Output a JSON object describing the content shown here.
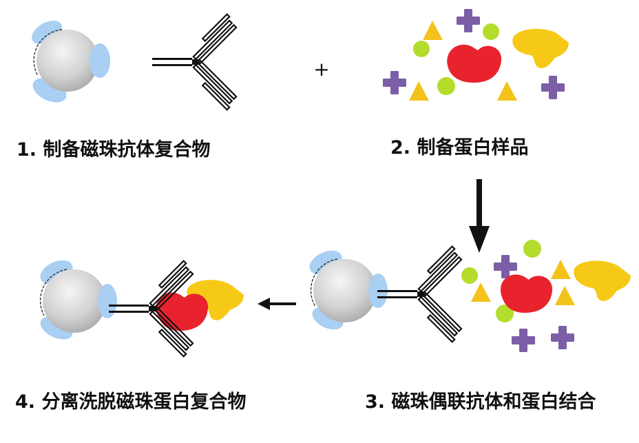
{
  "diagram": {
    "steps": [
      {
        "id": "step1",
        "label": "1. 制备磁珠抗体复合物"
      },
      {
        "id": "step2",
        "label": "2. 制备蛋白样品"
      },
      {
        "id": "step3",
        "label": "3. 磁珠偶联抗体和蛋白结合"
      },
      {
        "id": "step4",
        "label": "4. 分离洗脱磁珠蛋白复合物"
      }
    ],
    "plus_sign": "+",
    "colors": {
      "bead": "#c9c9c9",
      "bead_highlight": "#f4f4f4",
      "protein_a": "#a9cff2",
      "target_protein": "#e8232e",
      "partner_protein": "#f7c917",
      "triangle": "#f3c21b",
      "circle": "#b4dc2c",
      "cross": "#7b5ea5",
      "arrow": "#111111"
    }
  }
}
